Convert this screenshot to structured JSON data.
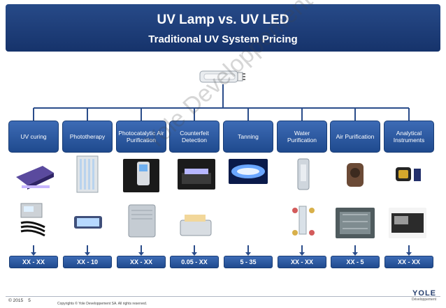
{
  "title": {
    "line1": "UV Lamp vs. UV LED",
    "line2": "Traditional UV System Pricing"
  },
  "categories": [
    {
      "label": "UV curing",
      "price": "XX - XX"
    },
    {
      "label": "Phototherapy",
      "price": "XX - 10"
    },
    {
      "label": "Photocatalytic Air Purification",
      "price": "XX - XX"
    },
    {
      "label": "Counterfeit Detection",
      "price": "0.05 - XX"
    },
    {
      "label": "Tanning",
      "price": "5 - 35"
    },
    {
      "label": "Water Purification",
      "price": "XX - XX"
    },
    {
      "label": "Air Purification",
      "price": "XX - 5"
    },
    {
      "label": "Analytical Instruments",
      "price": "XX - XX"
    }
  ],
  "watermark": "Yole Developpement",
  "footer": {
    "page_label": "© 2015",
    "page_number": "5",
    "copyright": "Copyrights © Yole Developpement SA. All rights reserved."
  },
  "logo": {
    "name": "YOLE",
    "subtitle": "Développement"
  },
  "colors": {
    "banner": "#1f3f7a",
    "box": "#2a5aa6",
    "connector": "#2a4c8a"
  }
}
